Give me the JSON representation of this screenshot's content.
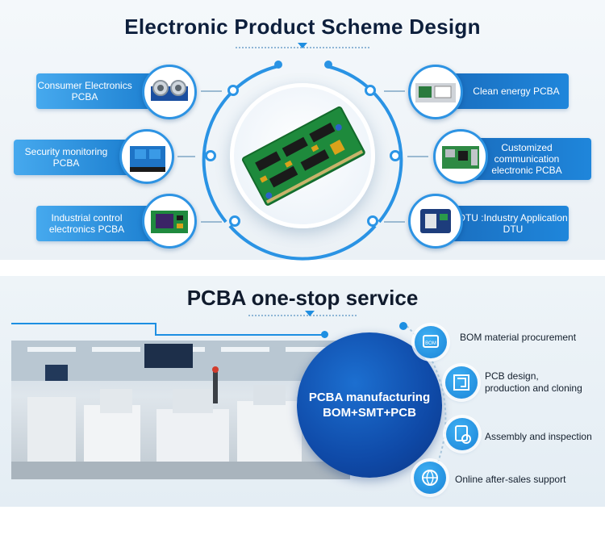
{
  "section1": {
    "title": "Electronic Product Scheme Design",
    "left_items": [
      {
        "label": "Consumer Electronics PCBA",
        "icon": "ultrasonic-sensor-icon"
      },
      {
        "label": "Security monitoring PCBA",
        "icon": "relay-module-icon"
      },
      {
        "label": "Industrial control electronics PCBA",
        "icon": "control-board-icon"
      }
    ],
    "right_items": [
      {
        "label": "Clean energy PCBA",
        "icon": "energy-board-icon"
      },
      {
        "label": "Customized communication electronic PCBA",
        "icon": "raspberry-board-icon"
      },
      {
        "label": "DTU :Industry Application DTU",
        "icon": "dtu-device-icon"
      }
    ],
    "center_icon": "pcb-board-icon"
  },
  "section2": {
    "title": "PCBA one-stop service",
    "hub_line1": "PCBA manufacturing",
    "hub_line2": "BOM+SMT+PCB",
    "services": [
      {
        "label": "BOM material procurement",
        "icon": "bom-icon"
      },
      {
        "label_line1": "PCB design,",
        "label_line2": "production and cloning",
        "icon": "pcb-design-icon"
      },
      {
        "label": "Assembly and inspection",
        "icon": "inspection-icon"
      },
      {
        "label": "Online after-sales support",
        "icon": "globe-support-icon"
      }
    ]
  },
  "colors": {
    "accent": "#1d8fe2",
    "hub": "#0f4aa8",
    "title": "#0d1f3c"
  }
}
